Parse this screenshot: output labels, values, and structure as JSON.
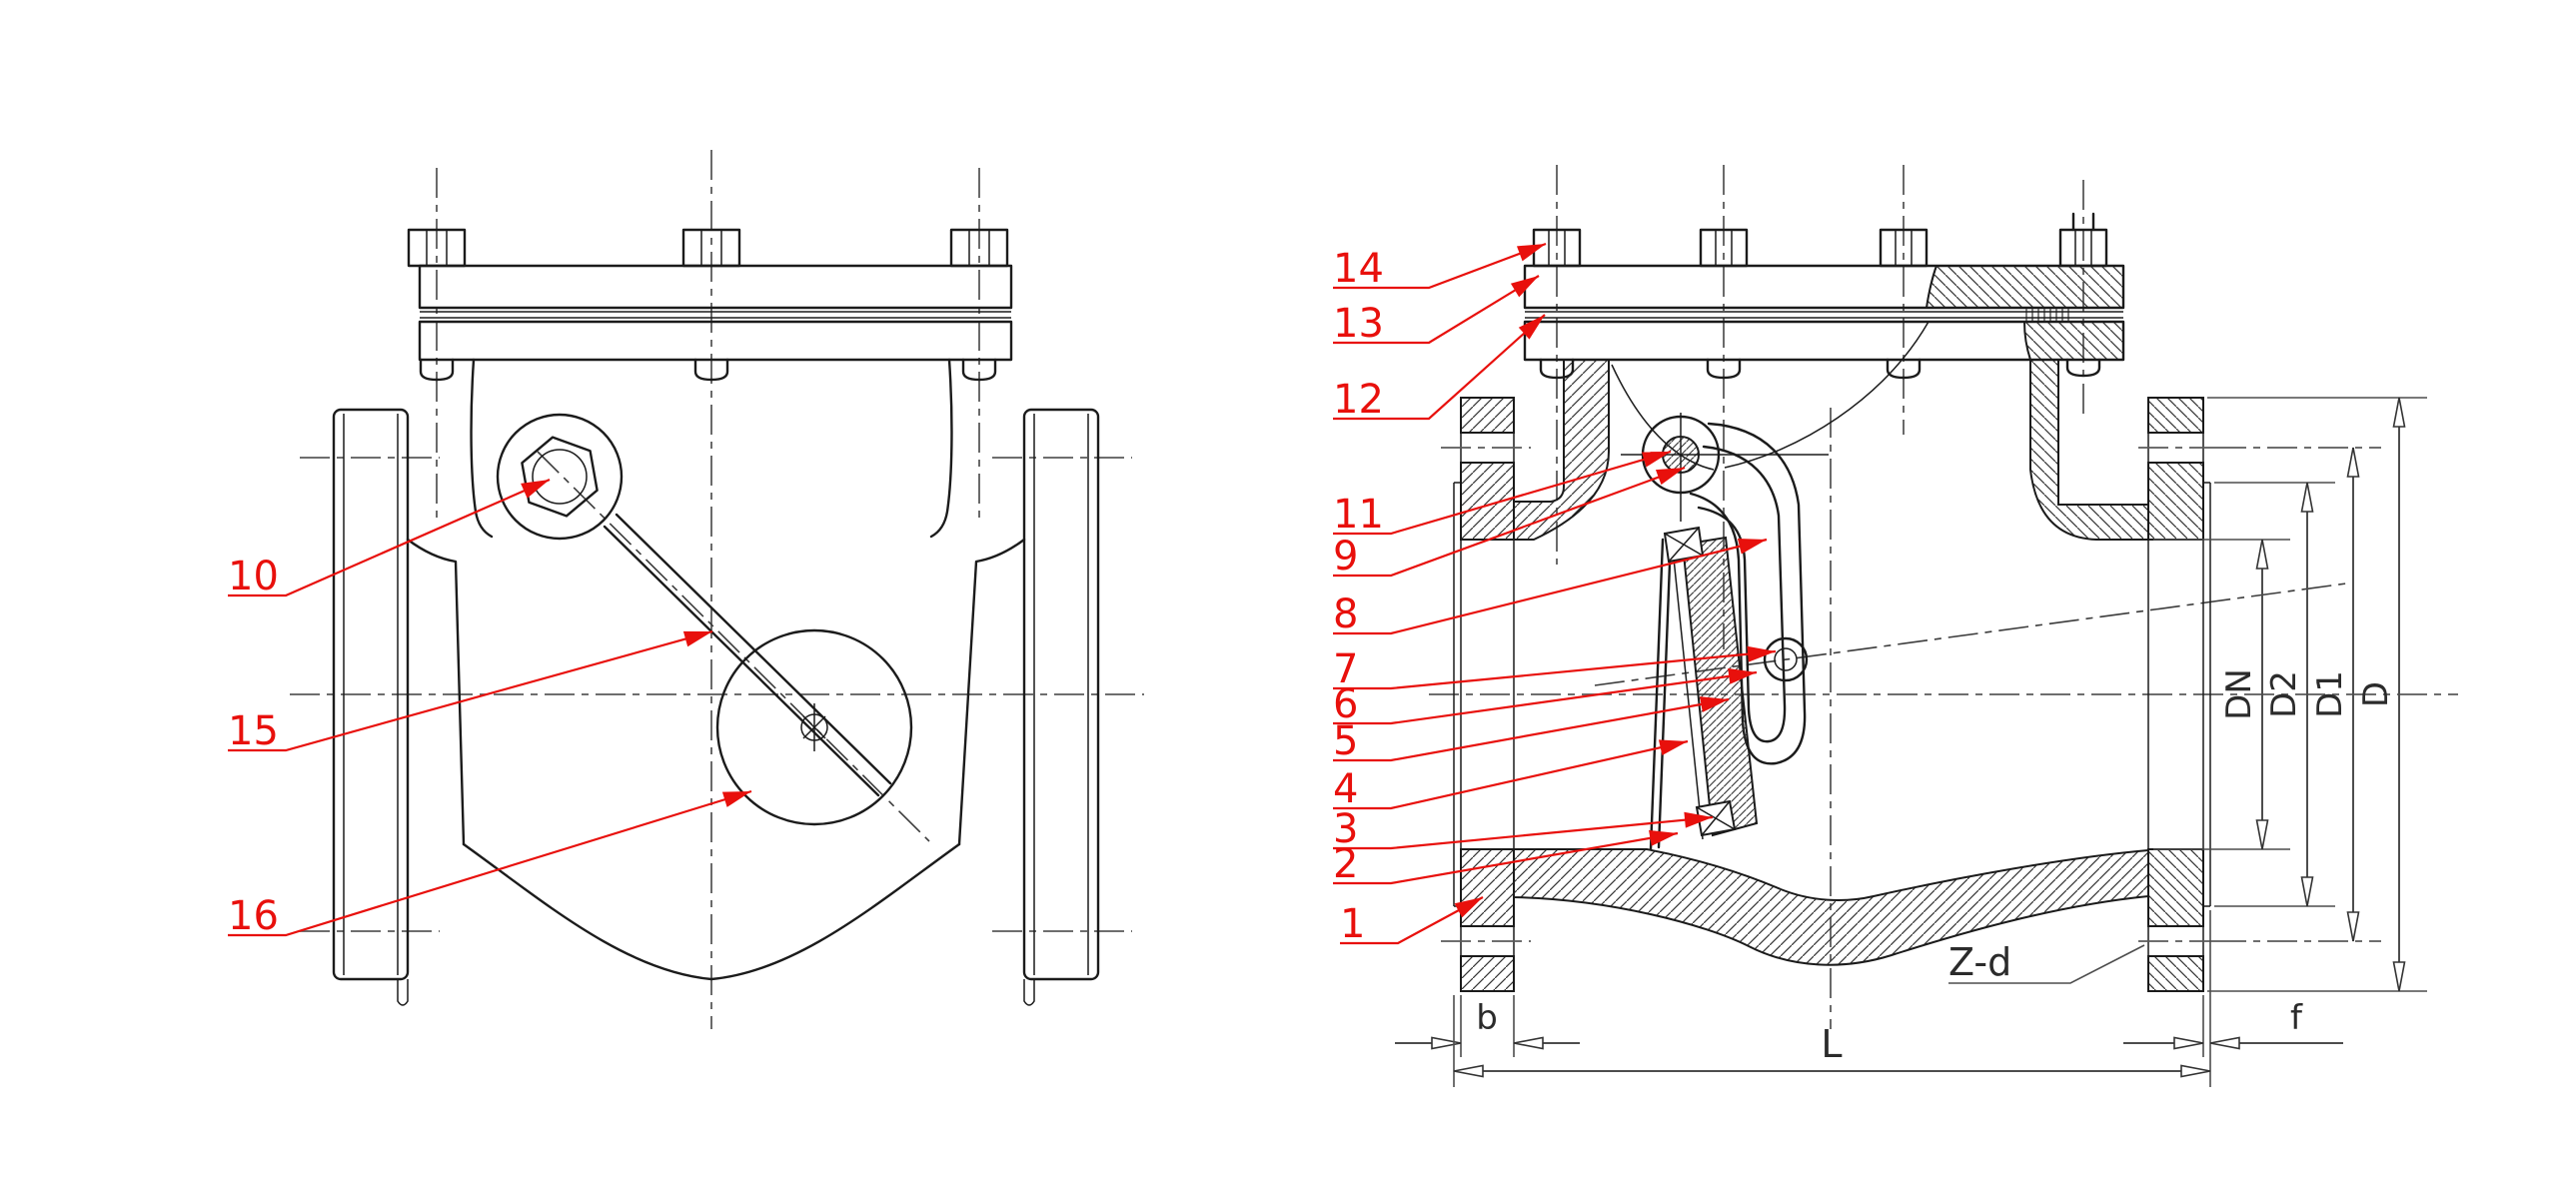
{
  "drawing": {
    "kind": "swing-check-valve-technical-drawing",
    "views": {
      "left": "end-elevation",
      "right": "cross-section"
    }
  },
  "callouts": {
    "n1": "1",
    "n2": "2",
    "n3": "3",
    "n4": "4",
    "n5": "5",
    "n6": "6",
    "n7": "7",
    "n8": "8",
    "n9": "9",
    "n10": "10",
    "n11": "11",
    "n12": "12",
    "n13": "13",
    "n14": "14",
    "n15": "15",
    "n16": "16"
  },
  "dims": {
    "dn": "DN",
    "d2": "D2",
    "d1": "D1",
    "d": "D",
    "l": "L",
    "b": "b",
    "f": "f",
    "zd": "Z-d"
  },
  "colors": {
    "leader_red": "#e8100c",
    "line_black": "#1b1b1b",
    "centerline_gray": "#5a5a5a",
    "dimension_gray": "#4d4d4d",
    "background": "#ffffff"
  }
}
